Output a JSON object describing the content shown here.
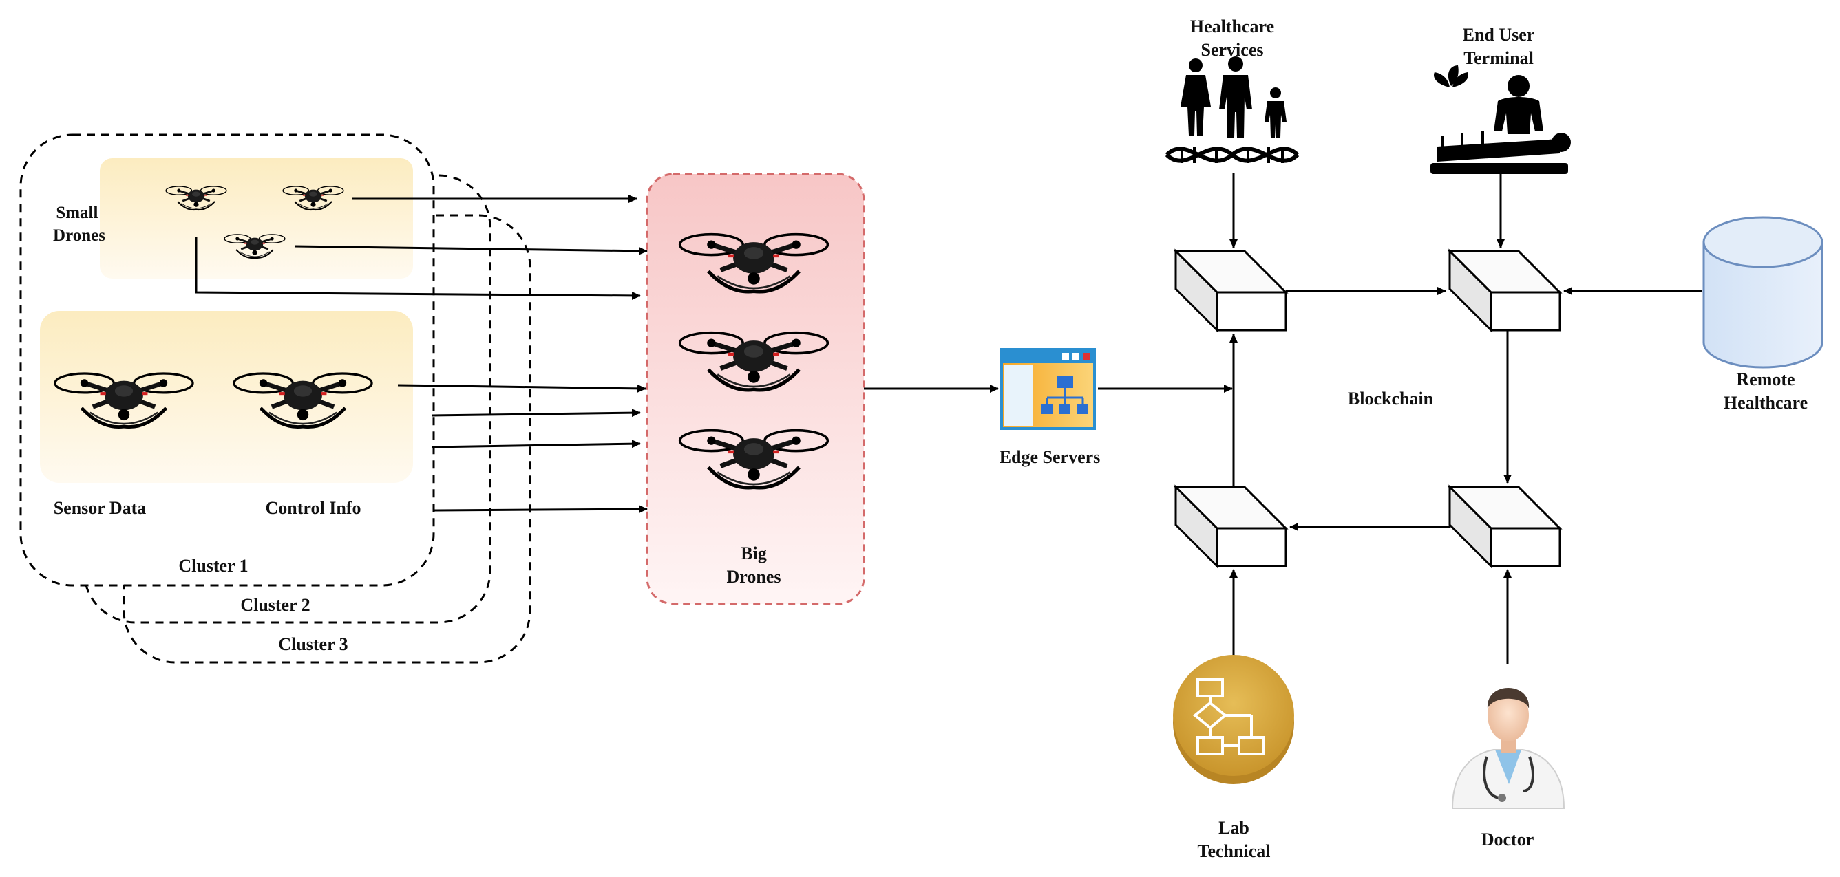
{
  "labels": {
    "small_drones": "Small\nDrones",
    "sensor_data": "Sensor Data",
    "control_info": "Control Info",
    "cluster_1": "Cluster 1",
    "cluster_2": "Cluster 2",
    "cluster_3": "Cluster 3",
    "big_drones": "Big\nDrones",
    "edge_servers": "Edge Servers",
    "blockchain": "Blockchain",
    "healthcare_services": "Healthcare\nServices",
    "end_user_terminal": "End User\nTerminal",
    "remote_healthcare": "Remote\nHealthcare",
    "lab_technical": "Lab\nTechnical",
    "doctor": "Doctor"
  },
  "icons": {
    "drone": "drone-icon",
    "edge_server": "network-window-icon",
    "block": "block-cube-icon",
    "family": "family-dna-icon",
    "massage": "massage-therapy-icon",
    "database": "database-cylinder-icon",
    "flowchart": "flowchart-circle-icon",
    "doctor": "doctor-avatar-icon"
  },
  "colors": {
    "drone_panel": "#fdf0c8",
    "big_drone_panel": "#f7c9c9",
    "big_drone_border": "#d46a6a",
    "database_fill": "#dbe8f8",
    "database_stroke": "#6c8ebf",
    "flowchart_circle": "#d6a93f",
    "block_fill": "#f2f2f2"
  }
}
